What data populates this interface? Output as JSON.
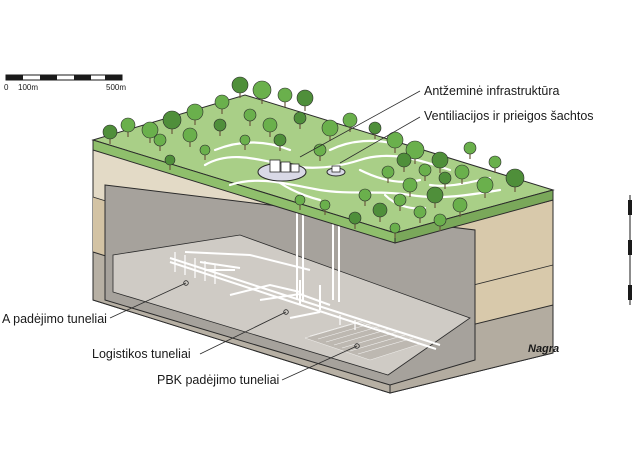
{
  "scale": {
    "ticks": [
      "0",
      "100m",
      "500m"
    ]
  },
  "labels": {
    "surface_infrastructure": "Antžeminė infrastruktūra",
    "shafts": "Ventiliacijos ir prieigos šachtos",
    "a_tunnels": "A padėjimo tuneliai",
    "logistics_tunnels": "Logistikos tuneliai",
    "pbk_tunnels": "PBK padėjimo tuneliai"
  },
  "credit": "Nagra",
  "colors": {
    "grass": "#a9cf87",
    "grass_side": "#8fbf6c",
    "soil_upper": "#e3dac6",
    "soil_lower": "#d3c3a4",
    "rock": "#b7b0a4",
    "cavity": "#9f9b95",
    "floor": "#cfcbc5",
    "tree": "#6ab04c",
    "tree_dark": "#4f8f3a",
    "outline": "#2b2b2b"
  }
}
